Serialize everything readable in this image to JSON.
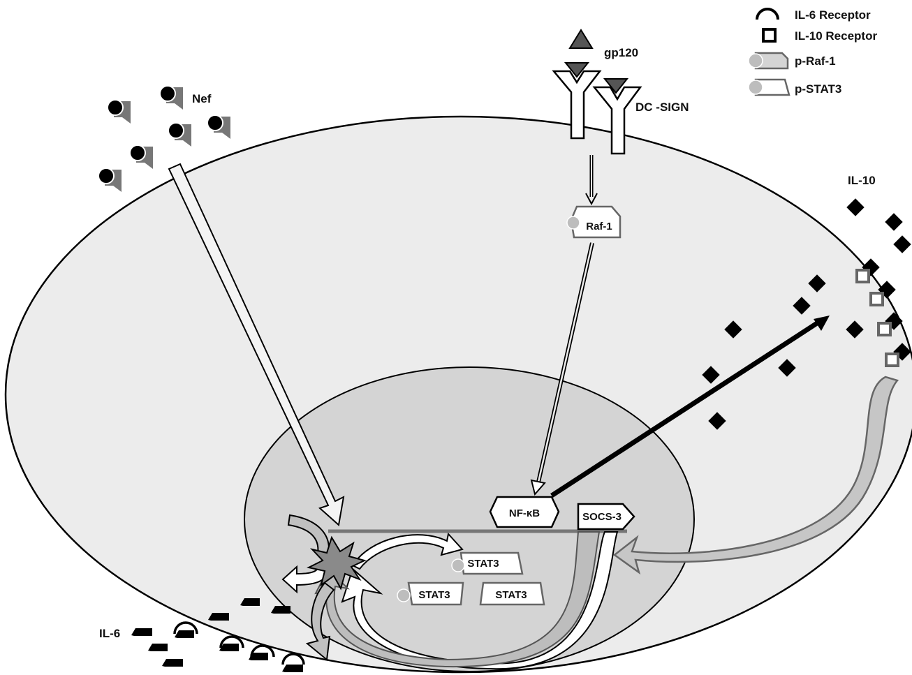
{
  "legend": {
    "il6_receptor": "IL-6 Receptor",
    "il10_receptor": "IL-10 Receptor",
    "p_raf1": "p-Raf-1",
    "p_stat3": "p-STAT3"
  },
  "labels": {
    "gp120": "gp120",
    "dc_sign": "DC -SIGN",
    "nef": "Nef",
    "il10": "IL-10",
    "il6": "IL-6",
    "raf1": "Raf-1",
    "nfkb": "NF-κB",
    "socs3": "SOCS-3",
    "stat3_active": "STAT3",
    "stat3_phos": "STAT3",
    "stat3_plain": "STAT3"
  },
  "colors": {
    "cell": "#ececec",
    "nucleus": "#d4d4d4",
    "outline": "#000000",
    "protein_border": "#666666",
    "phosphate": "#bdbdbd",
    "il10_ligand": "#000000",
    "il10_receptor": "#666666",
    "il6_ligand": "#000000",
    "curved_arrow": "#bcbcbc"
  }
}
